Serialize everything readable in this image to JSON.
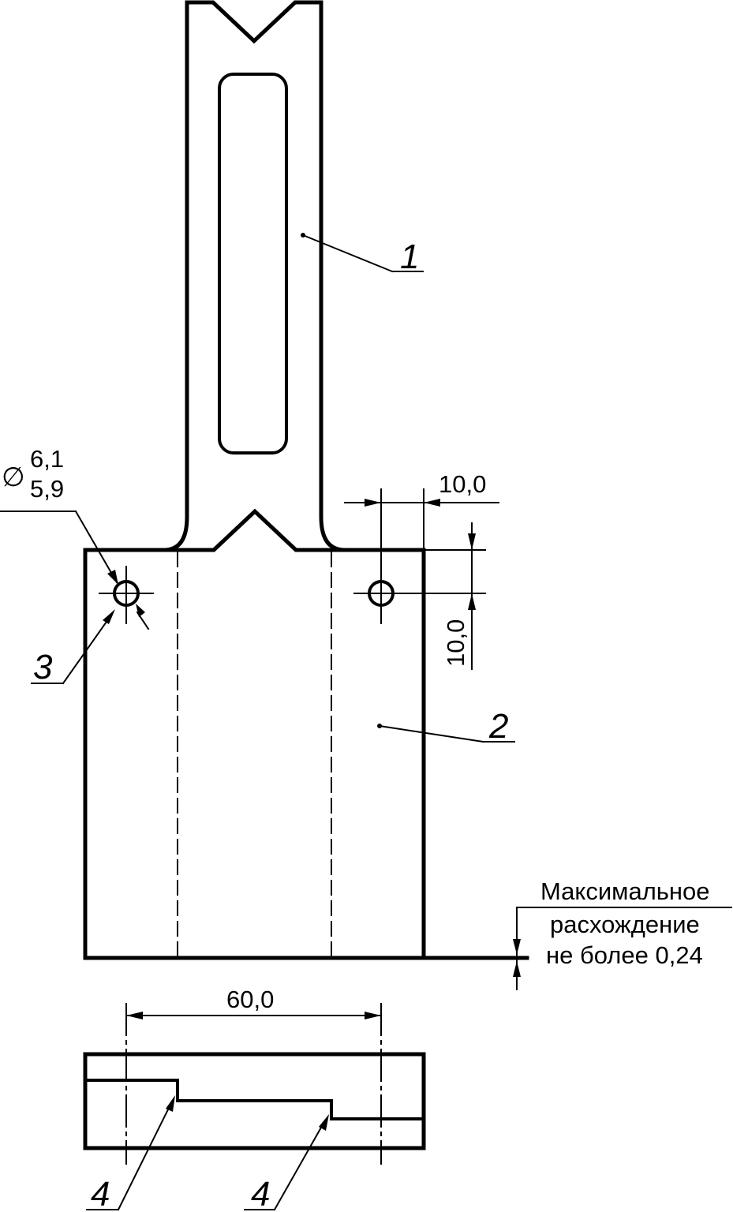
{
  "labels": {
    "part1": "1",
    "part2": "2",
    "part3": "3",
    "part4a": "4",
    "part4b": "4"
  },
  "dimensions": {
    "hole_symbol": "∅",
    "hole_upper": "6,1",
    "hole_lower": "5,9",
    "offset_x": "10,0",
    "offset_y": "10,0",
    "hole_spacing": "60,0"
  },
  "note": {
    "line1": "Максимальное",
    "line2": "расхождение",
    "line3": "не более 0,24"
  }
}
